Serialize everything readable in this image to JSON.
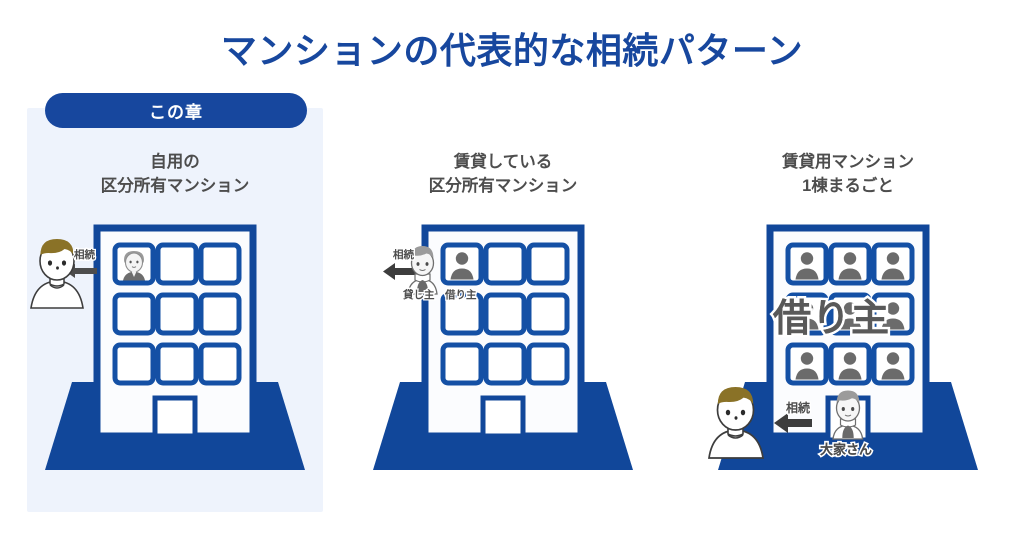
{
  "title": "マンションの代表的な相続パターン",
  "colors": {
    "brand_blue": "#17479e",
    "panel_background": "#eef3fc",
    "heading_gray": "#4d4d4d",
    "figure_gray": "#6b6b6b",
    "hair_olive": "#8a7227",
    "white": "#ffffff"
  },
  "chapter_badge": {
    "label": "この章"
  },
  "panels": [
    {
      "id": "panel-1",
      "heading": "自用の\n区分所有マンション",
      "highlighted": true,
      "inheritance_label": "相続",
      "occupants": {
        "elderly_window_index": 0,
        "elderly_icon": "elderly-person-photo-icon",
        "heir_icon": "young-person-icon"
      },
      "labels": []
    },
    {
      "id": "panel-2",
      "heading": "賃貸している\n区分所有マンション",
      "highlighted": false,
      "inheritance_label": "相続",
      "occupants": {
        "tenant_window_index": 0,
        "tenant_icon": "person-silhouette-icon",
        "landlord_icon": "elderly-person-photo-icon",
        "heir_icon": "young-person-icon"
      },
      "labels": [
        {
          "name": "landlord",
          "text": "貸し主"
        },
        {
          "name": "tenant",
          "text": "借り主"
        }
      ]
    },
    {
      "id": "panel-3",
      "heading": "賃貸用マンション\n1棟まるごと",
      "highlighted": false,
      "inheritance_label": "相続",
      "occupants": {
        "tenant_window_count": 9,
        "tenant_icon": "person-silhouette-icon",
        "landlord_icon": "elderly-person-photo-icon",
        "heir_icon": "young-person-icon"
      },
      "big_label": "借り主",
      "labels": [
        {
          "name": "landlord",
          "text": "大家さん"
        }
      ]
    }
  ]
}
